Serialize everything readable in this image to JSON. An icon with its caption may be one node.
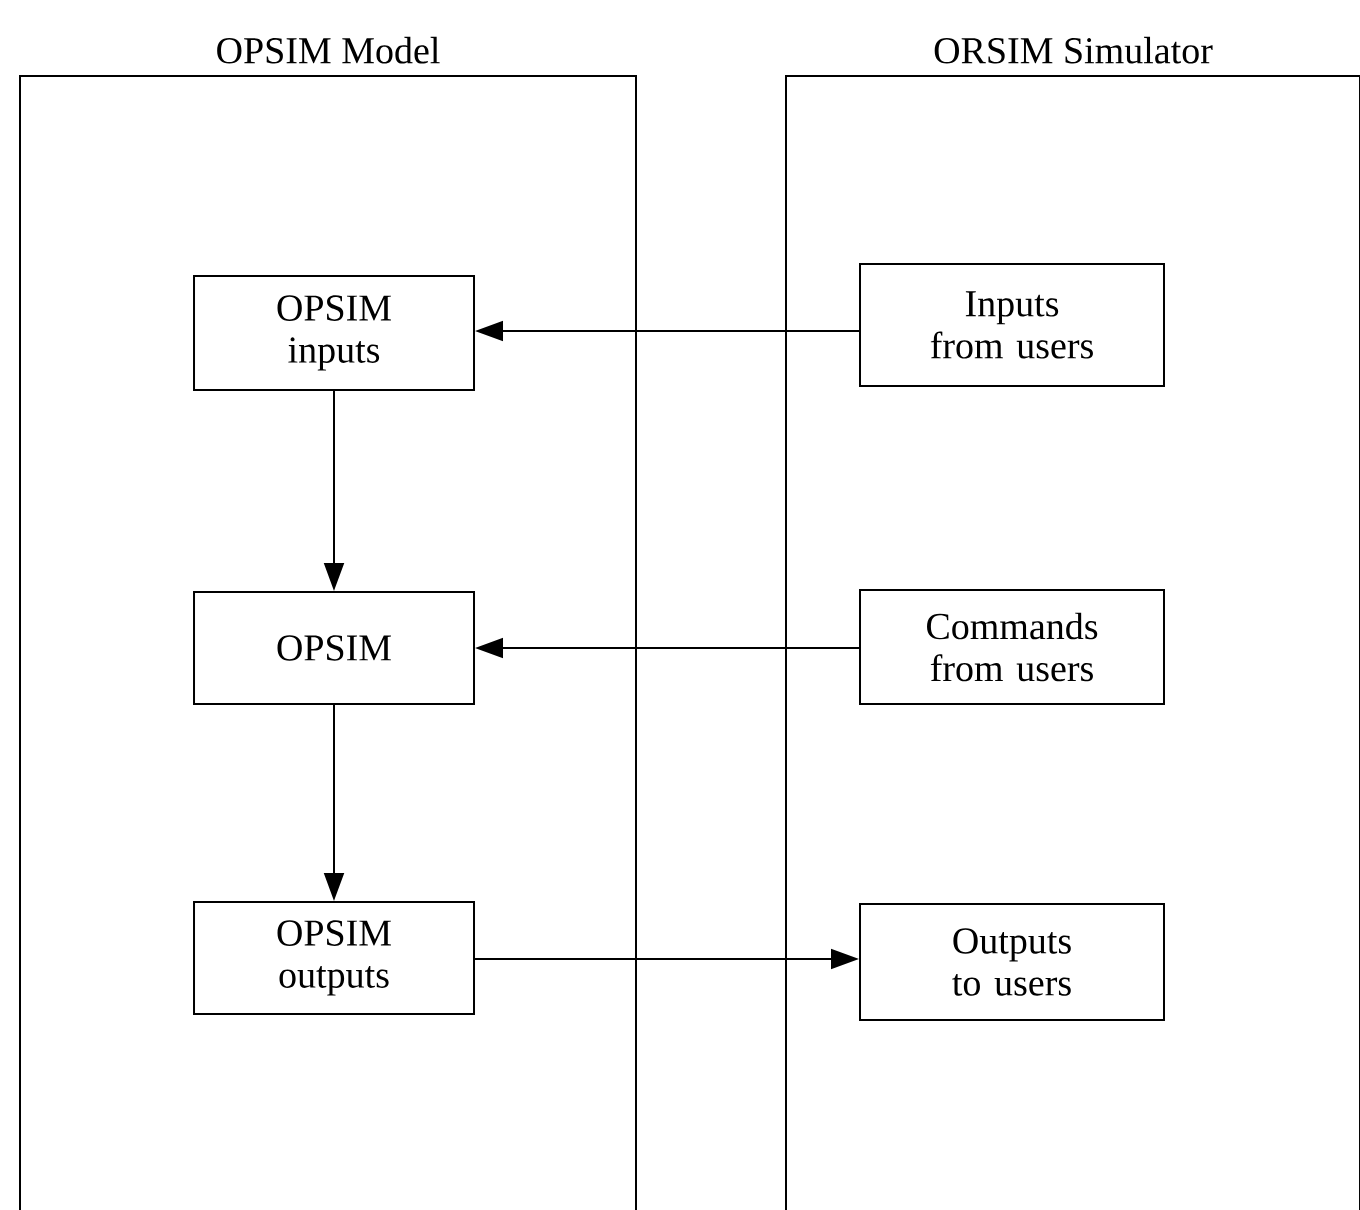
{
  "diagram": {
    "nodes": [
      {
        "text": [
          "OPSIM Model"
        ]
      },
      {
        "text": [
          "OPSIM inputs"
        ],
        "in": 0
      },
      {
        "text": [
          "OPSIM"
        ],
        "in": 0
      },
      {
        "text": [
          "OPSIM outputs"
        ],
        "in": 0
      },
      {
        "text": [
          "ORSIM Simulator"
        ]
      },
      {
        "text": [
          "Inputs from users"
        ],
        "in": 4
      },
      {
        "text": [
          "Commands from users"
        ],
        "in": 4
      },
      {
        "text": [
          "Outputs to users"
        ],
        "in": 4
      }
    ],
    "edges": [
      {
        "from": 5,
        "to": 1,
        "arrow": "to"
      },
      {
        "from": 1,
        "to": 2,
        "arrow": "to"
      },
      {
        "from": 6,
        "to": 2,
        "arrow": "to"
      },
      {
        "from": 2,
        "to": 3,
        "arrow": "to"
      },
      {
        "from": 3,
        "to": 7,
        "arrow": "to"
      }
    ]
  }
}
